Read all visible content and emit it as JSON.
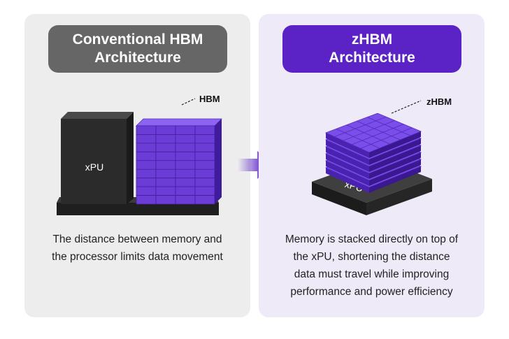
{
  "left_panel": {
    "title_line1": "Conventional HBM",
    "title_line2": "Architecture",
    "chip_label": "xPU",
    "memory_label": "HBM",
    "caption_line1": "The distance between memory and",
    "caption_line2": "the processor limits data movement"
  },
  "right_panel": {
    "title_line1": "zHBM",
    "title_line2": "Architecture",
    "chip_label": "xPU",
    "memory_label": "zHBM",
    "caption_line1": "Memory is stacked directly on top of",
    "caption_line2": "the xPU, shortening the distance",
    "caption_line3": "data must travel while improving",
    "caption_line4": "performance and power efficiency"
  },
  "colors": {
    "accent_purple": "#5b23c6",
    "memory_purple": "#6b3cd6",
    "chip_dark": "#2b2b2b",
    "title_gray": "#666666"
  },
  "icons": {
    "transition_arrow": "arrow-right-icon"
  }
}
